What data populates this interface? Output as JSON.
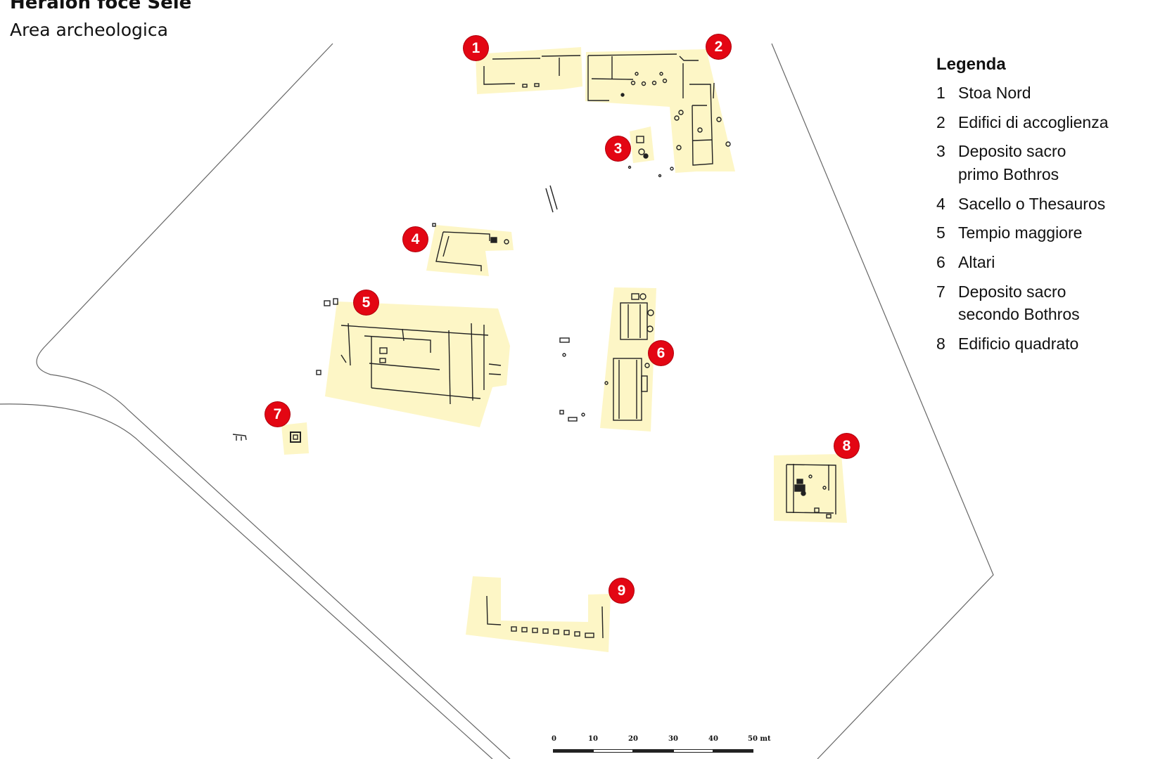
{
  "header": {
    "title": "Heraion foce Sele",
    "subtitle": "Area archeologica"
  },
  "legend": {
    "title": "Legenda",
    "items": [
      {
        "num": "1",
        "label": "Stoa Nord"
      },
      {
        "num": "2",
        "label": "Edifici di accoglienza"
      },
      {
        "num": "3",
        "label": "Deposito sacro\nprimo Bothros"
      },
      {
        "num": "4",
        "label": "Sacello o Thesauros"
      },
      {
        "num": "5",
        "label": "Tempio maggiore"
      },
      {
        "num": "6",
        "label": "Altari"
      },
      {
        "num": "7",
        "label": "Deposito sacro\nsecondo Bothros"
      },
      {
        "num": "8",
        "label": "Edificio quadrato"
      }
    ]
  },
  "markers": [
    "1",
    "2",
    "3",
    "4",
    "5",
    "6",
    "7",
    "8",
    "9"
  ],
  "scale": {
    "ticks": [
      "0",
      "10",
      "20",
      "30",
      "40",
      "50 mt"
    ]
  },
  "colors": {
    "marker": "#e30613",
    "site_area": "#fdf6c6",
    "outline": "#555555"
  }
}
